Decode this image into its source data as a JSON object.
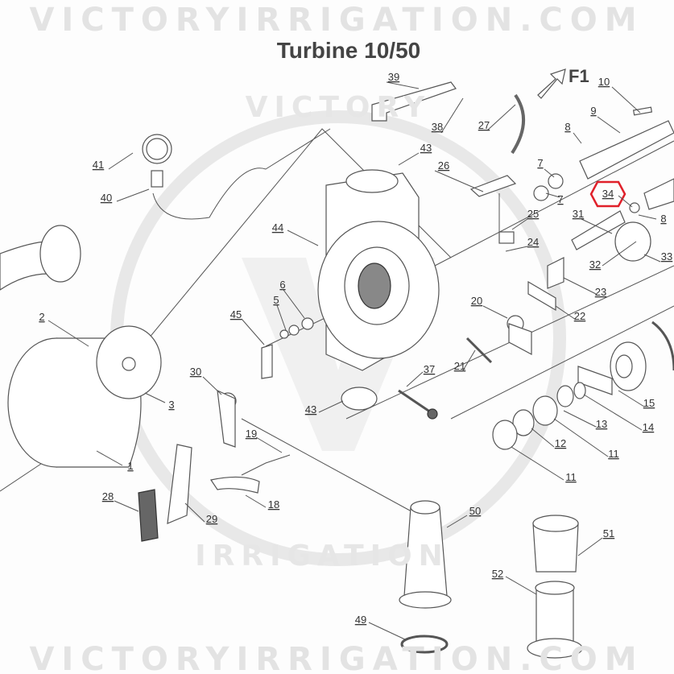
{
  "title": "Turbine 10/50",
  "direction_label": "F1",
  "watermark": {
    "top": "VICTORYIRRIGATION.COM",
    "bottom": "VICTORYIRRIGATION.COM",
    "circle_top": "VICTORY",
    "circle_bottom": "IRRIGATION"
  },
  "highlight_color": "#e0202a",
  "highlighted_part": "34",
  "parts": [
    "39",
    "38",
    "27",
    "43",
    "26",
    "10",
    "9",
    "8",
    "7",
    "7",
    "34",
    "8",
    "31",
    "25",
    "24",
    "32",
    "33",
    "23",
    "22",
    "20",
    "21",
    "41",
    "40",
    "44",
    "6",
    "5",
    "45",
    "2",
    "3",
    "30",
    "37",
    "43",
    "19",
    "1",
    "28",
    "29",
    "18",
    "12",
    "13",
    "14",
    "15",
    "11",
    "11",
    "50",
    "51",
    "52",
    "49"
  ]
}
